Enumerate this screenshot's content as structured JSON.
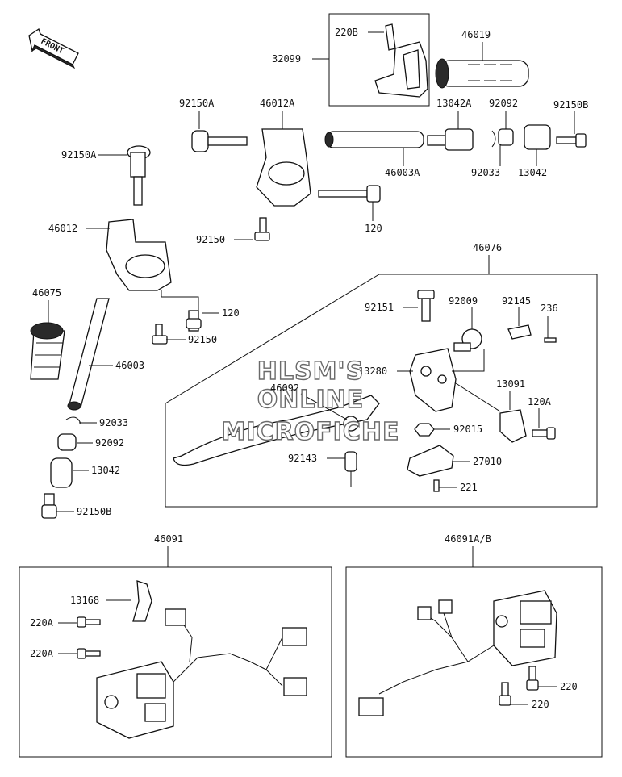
{
  "front_marker": "FRONT",
  "watermark": [
    "HLSM'S",
    "ONLINE",
    "MICROFICHE"
  ],
  "labels": {
    "p220B": "220B",
    "p46019": "46019",
    "p32099": "32099",
    "p92150A_top": "92150A",
    "p46012A": "46012A",
    "p13042A": "13042A",
    "p92092_top": "92092",
    "p92150B_top": "92150B",
    "p92150A_left": "92150A",
    "p46003A": "46003A",
    "p92033_top": "92033",
    "p13042_top": "13042",
    "p120_top": "120",
    "p92150_mid": "92150",
    "p46012": "46012",
    "p120_left": "120",
    "p92150_left": "92150",
    "p46075": "46075",
    "p46003": "46003",
    "p92033_left": "92033",
    "p92092_left": "92092",
    "p13042_left": "13042",
    "p92150B_left": "92150B",
    "p46076": "46076",
    "p92151": "92151",
    "p92009": "92009",
    "p92145": "92145",
    "p236": "236",
    "p13280": "13280",
    "p46092": "46092",
    "p13091": "13091",
    "p120A": "120A",
    "p92015": "92015",
    "p92143": "92143",
    "p27010": "27010",
    "p221": "221",
    "p46091": "46091",
    "p46091AB": "46091A/B",
    "p13168": "13168",
    "p220A_1": "220A",
    "p220A_2": "220A",
    "p220_1": "220",
    "p220_2": "220"
  }
}
